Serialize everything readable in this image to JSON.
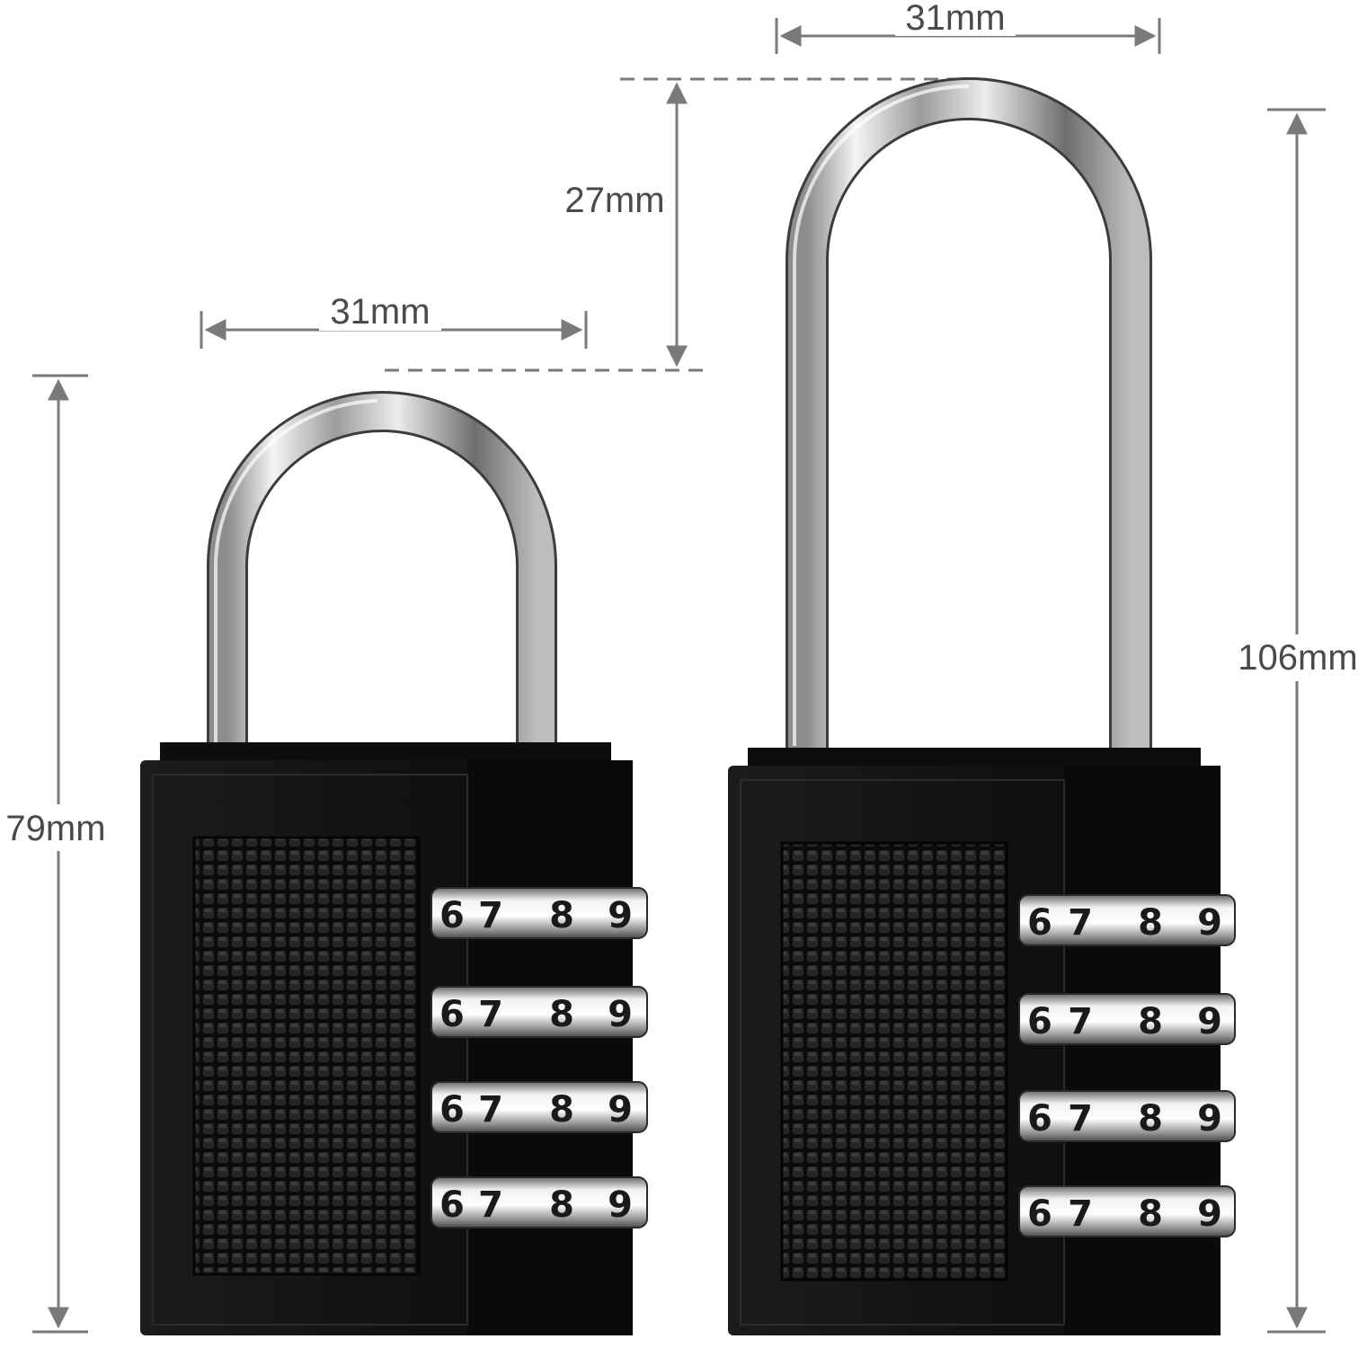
{
  "colors": {
    "background": "#ffffff",
    "dimension_line": "#7a7a7a",
    "dimension_text": "#4a4a4a",
    "lock_body": "#141414",
    "shackle": "#c8c8c8"
  },
  "dimensions": {
    "short_lock_width": "31mm",
    "short_lock_height": "79mm",
    "long_lock_width": "31mm",
    "long_lock_height": "106mm",
    "shackle_extension": "27mm"
  },
  "locks": [
    {
      "name": "short-shackle-padlock",
      "wheels": [
        {
          "digits": [
            "6",
            "7",
            "8",
            "9"
          ]
        },
        {
          "digits": [
            "6",
            "7",
            "8",
            "9"
          ]
        },
        {
          "digits": [
            "6",
            "7",
            "8",
            "9"
          ]
        },
        {
          "digits": [
            "6",
            "7",
            "8",
            "9"
          ]
        }
      ]
    },
    {
      "name": "long-shackle-padlock",
      "wheels": [
        {
          "digits": [
            "6",
            "7",
            "8",
            "9"
          ]
        },
        {
          "digits": [
            "6",
            "7",
            "8",
            "9"
          ]
        },
        {
          "digits": [
            "6",
            "7",
            "8",
            "9"
          ]
        },
        {
          "digits": [
            "6",
            "7",
            "8",
            "9"
          ]
        }
      ]
    }
  ]
}
